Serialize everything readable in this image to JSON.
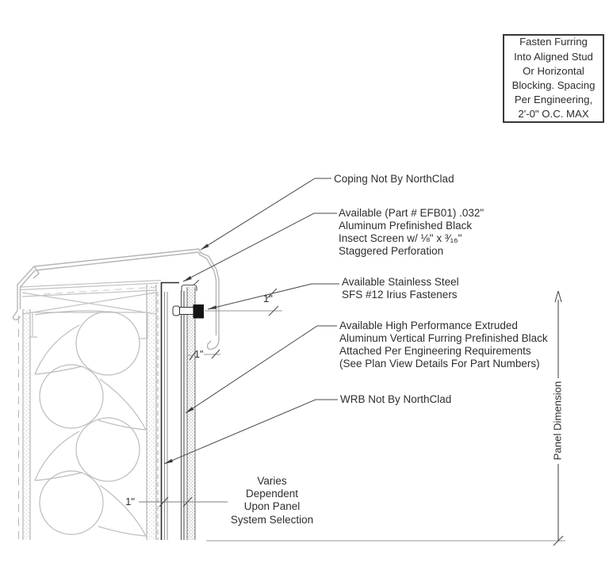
{
  "note_box": {
    "lines": [
      "Fasten Furring",
      "Into Aligned Stud",
      "Or Horizontal",
      "Blocking. Spacing",
      "Per Engineering,",
      "2'-0\" O.C. MAX"
    ]
  },
  "callouts": {
    "coping": {
      "text": "Coping Not By NorthClad"
    },
    "screen": {
      "lines": [
        "Available (Part # EFB01) .032\"",
        "Aluminum Prefinished Black",
        "Insect Screen w/ ⅛\" x ³⁄₁₆\"",
        "Staggered Perforation"
      ]
    },
    "fastener": {
      "lines": [
        "Available Stainless Steel",
        "SFS #12 Irius Fasteners"
      ]
    },
    "furring": {
      "lines": [
        "Available High Performance Extruded",
        "Aluminum Vertical Furring Prefinished Black",
        "Attached Per Engineering Requirements",
        "(See Plan View Details For Part Numbers)"
      ]
    },
    "wrb": {
      "text": "WRB Not By NorthClad"
    }
  },
  "varies_note": {
    "lines": [
      "Varies",
      "Dependent",
      "Upon Panel",
      "System Selection"
    ]
  },
  "dimensions": {
    "fastener_offset": "1\"",
    "coping_gap": "1\"",
    "cavity_depth": "1\"",
    "panel_span": "Panel Dimension"
  },
  "colors": {
    "line_dark": "#3c3c3c",
    "line_light": "#b5b5b5",
    "text": "#2e2e2e",
    "fastener_fill": "#151515",
    "background": "#ffffff"
  }
}
